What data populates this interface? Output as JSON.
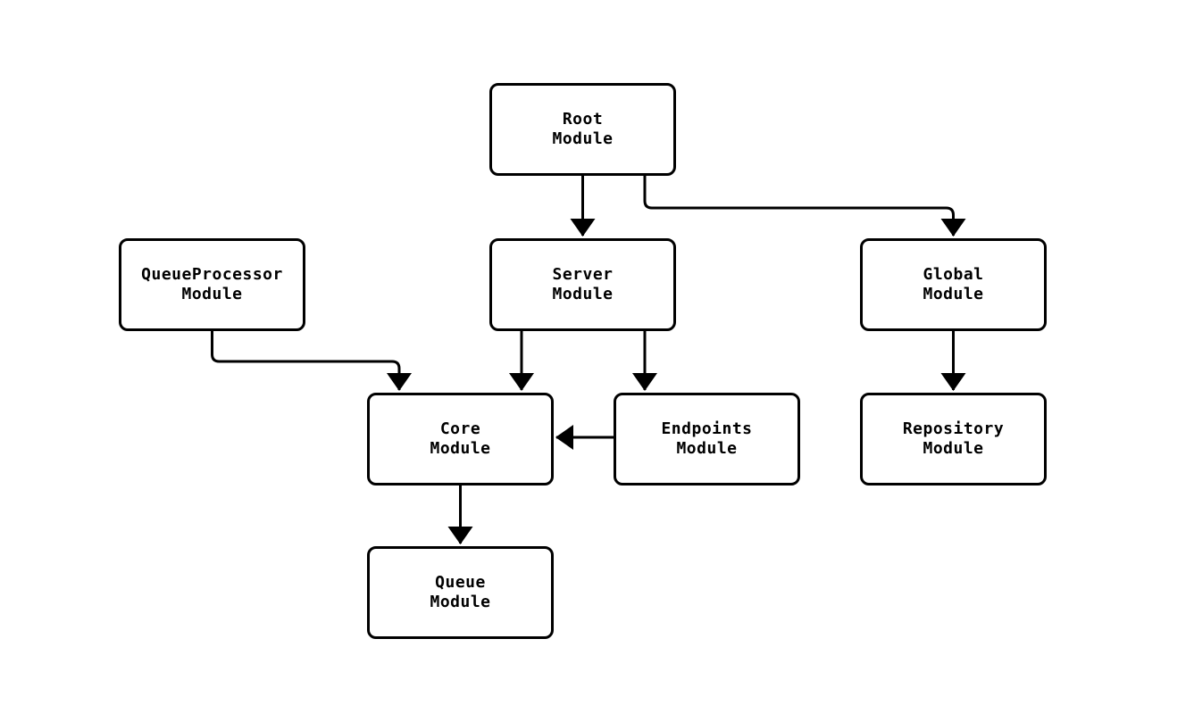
{
  "diagram": {
    "type": "module-dependency-flowchart",
    "background_color": "#ffffff",
    "node_border_color": "#000000",
    "node_fill_color": "#ffffff",
    "edge_color": "#000000",
    "text_color": "#000000"
  },
  "nodes": [
    {
      "id": "root",
      "label": "Root\nModule"
    },
    {
      "id": "queue-processor",
      "label": "QueueProcessor\nModule"
    },
    {
      "id": "server",
      "label": "Server\nModule"
    },
    {
      "id": "global",
      "label": "Global\nModule"
    },
    {
      "id": "core",
      "label": "Core\nModule"
    },
    {
      "id": "endpoints",
      "label": "Endpoints\nModule"
    },
    {
      "id": "repository",
      "label": "Repository\nModule"
    },
    {
      "id": "queue",
      "label": "Queue\nModule"
    }
  ],
  "edges": [
    {
      "from": "root",
      "to": "server"
    },
    {
      "from": "root",
      "to": "global"
    },
    {
      "from": "queue-processor",
      "to": "core"
    },
    {
      "from": "server",
      "to": "core"
    },
    {
      "from": "server",
      "to": "endpoints"
    },
    {
      "from": "endpoints",
      "to": "core"
    },
    {
      "from": "global",
      "to": "repository"
    },
    {
      "from": "core",
      "to": "queue"
    }
  ]
}
